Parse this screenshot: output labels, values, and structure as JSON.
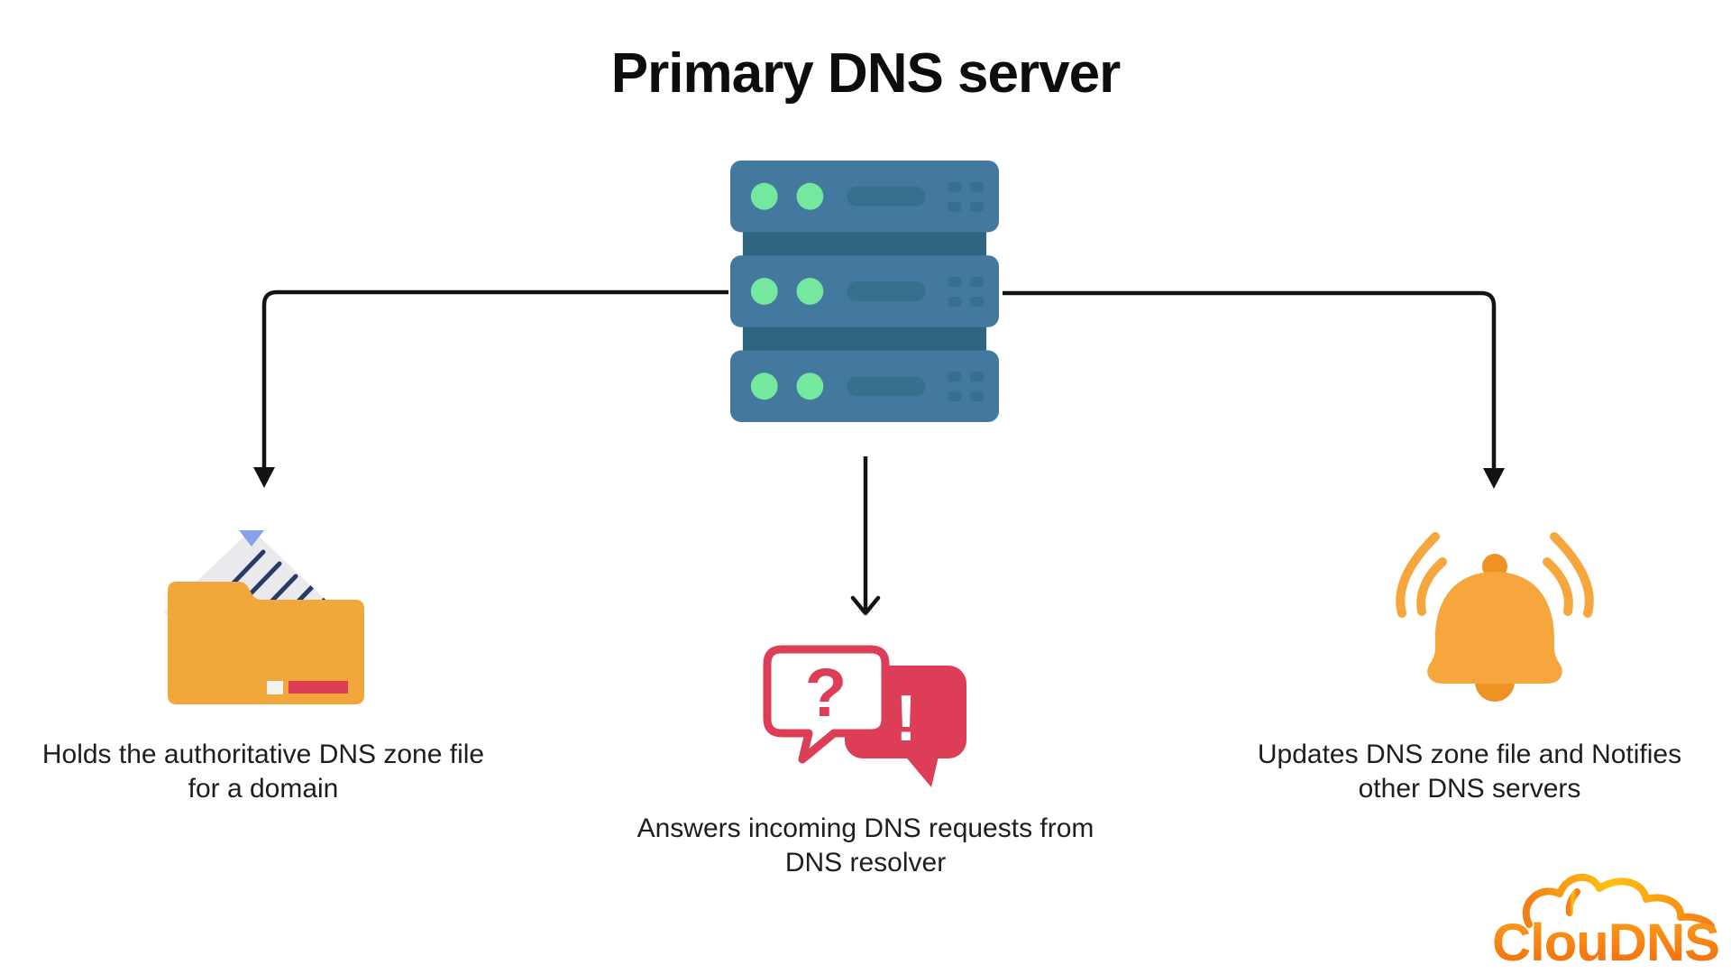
{
  "title": "Primary DNS server",
  "diagram": {
    "server": {
      "icon": "server-stack-icon"
    },
    "branches": [
      {
        "id": "zone-file",
        "icon": "folder-zone-file-icon",
        "caption_line1": "Holds the authoritative DNS zone file",
        "caption_line2": "for a domain"
      },
      {
        "id": "requests",
        "icon": "question-answer-chat-icon",
        "question_glyph": "?",
        "exclamation_glyph": "!",
        "caption_line1": "Answers incoming DNS requests from",
        "caption_line2": "DNS resolver"
      },
      {
        "id": "notify",
        "icon": "notification-bell-icon",
        "caption_line1": "Updates DNS zone file and Notifies",
        "caption_line2": "other DNS servers"
      }
    ]
  },
  "logo": {
    "text": "ClouDNS"
  },
  "colors": {
    "title-color": "#0d0d0d",
    "caption-color": "#1e1e1e",
    "arrow-color": "#121212",
    "server-blue": "#44799f",
    "server-dark": "#2d6480",
    "server-slot": "#35708f",
    "led-green": "#74e89e",
    "folder-orange": "#f2a73b",
    "doc-gray": "#e9e9ee",
    "doc-line-navy": "#2a3a66",
    "doc-flap-blue": "#84a3e8",
    "accent-red": "#dd3d56",
    "bell-orange": "#f6a63d",
    "bell-dark": "#ef9226",
    "logo-orange": "#f57e17",
    "logo-yellow": "#ffc20e",
    "page-bg": "#ffffff"
  }
}
